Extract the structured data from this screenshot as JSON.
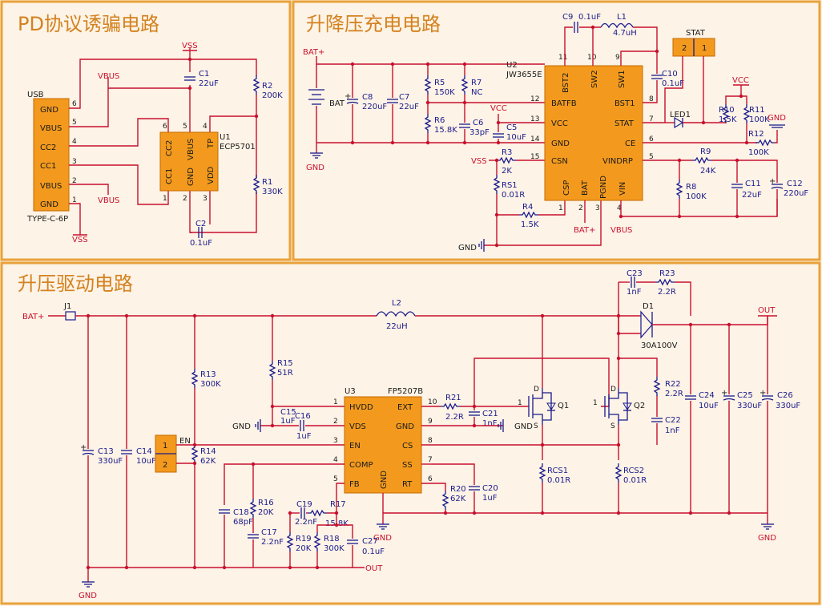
{
  "titles": {
    "pd": "PD协议诱骗电路",
    "buckboost": "升降压充电电路",
    "boost": "升压驱动电路"
  },
  "pd": {
    "usb_ref": "USB",
    "usb_part": "TYPE-C-6P",
    "usb_pins": [
      "GND",
      "VBUS",
      "CC2",
      "CC1",
      "VBUS",
      "GND"
    ],
    "usb_pin_nums": [
      "6",
      "5",
      "4",
      "3",
      "2",
      "1"
    ],
    "ic_ref": "U1",
    "ic_part": "ECP5701",
    "ic_pins": [
      "CC2",
      "VBUS",
      "TP",
      "CC1",
      "GND",
      "VDD"
    ],
    "ic_pin_nums": [
      "6",
      "5",
      "4",
      "1",
      "2",
      "3"
    ],
    "vss_top": "VSS",
    "vss_bottom": "VSS",
    "vbus_1": "VBUS",
    "vbus_2": "VBUS",
    "c1": {
      "ref": "C1",
      "val": "22uF"
    },
    "c2": {
      "ref": "C2",
      "val": "0.1uF"
    },
    "r2": {
      "ref": "R2",
      "val": "200K"
    },
    "r1": {
      "ref": "R1",
      "val": "330K"
    }
  },
  "bb": {
    "bat_label": "BAT+",
    "bat_ref": "BAT",
    "gnd": "GND",
    "c8": {
      "ref": "C8",
      "val": "220uF"
    },
    "c7": {
      "ref": "C7",
      "val": "22uF"
    },
    "r5": {
      "ref": "R5",
      "val": "150K"
    },
    "r7": {
      "ref": "R7",
      "val": "NC"
    },
    "r6": {
      "ref": "R6",
      "val": "15.8K"
    },
    "c6": {
      "ref": "C6",
      "val": "33pF"
    },
    "vcc_1": "VCC",
    "c5": {
      "ref": "C5",
      "val": "10uF"
    },
    "r3": {
      "ref": "R3",
      "val": "2K"
    },
    "vss": "VSS",
    "rs1": {
      "ref": "RS1",
      "val": "0.01R"
    },
    "r4": {
      "ref": "R4",
      "val": "1.5K"
    },
    "gnd_2": "GND",
    "c9": {
      "ref": "C9",
      "val": "0.1uF"
    },
    "l1": {
      "ref": "L1",
      "val": "4.7uH"
    },
    "c10": {
      "ref": "C10",
      "val": "0.1uF"
    },
    "ic_ref": "U2",
    "ic_part": "JW3655E",
    "ic_left_pins": [
      "BATFB",
      "VCC",
      "GND",
      "CSN"
    ],
    "ic_left_nums": [
      "12",
      "13",
      "14",
      "15"
    ],
    "ic_right_pins": [
      "BST1",
      "STAT",
      "CE",
      "VINDRP"
    ],
    "ic_right_nums": [
      "8",
      "7",
      "6",
      "5"
    ],
    "ic_top_pins": [
      "BST2",
      "SW2",
      "SW1"
    ],
    "ic_top_nums": [
      "11",
      "10",
      "9"
    ],
    "ic_bottom_pins": [
      "CSP",
      "BAT",
      "PGND",
      "VIN"
    ],
    "ic_bottom_nums": [
      "1",
      "2",
      "3",
      "4"
    ],
    "bat_bottom": "BAT+",
    "vbus": "VBUS",
    "stat_ref": "STAT",
    "stat_pins": [
      "2",
      "1"
    ],
    "led": "LED1",
    "vcc_2": "VCC",
    "r10": {
      "ref": "R10",
      "val": "1.5K"
    },
    "r11": {
      "ref": "R11",
      "val": "100K"
    },
    "gnd_3": "GND",
    "r12": {
      "ref": "R12",
      "val": "100K"
    },
    "r9": {
      "ref": "R9",
      "val": "24K"
    },
    "r8": {
      "ref": "R8",
      "val": "100K"
    },
    "c11": {
      "ref": "C11",
      "val": "22uF"
    },
    "c12": {
      "ref": "C12",
      "val": "220uF"
    }
  },
  "bst": {
    "bat_label": "BAT+",
    "j1": "J1",
    "l2": {
      "ref": "L2",
      "val": "22uH"
    },
    "r15": {
      "ref": "R15",
      "val": "51R"
    },
    "r13": {
      "ref": "R13",
      "val": "300K"
    },
    "c13": {
      "ref": "C13",
      "val": "330uF"
    },
    "c14": {
      "ref": "C14",
      "val": "10uF"
    },
    "en_pins": [
      "1",
      "2"
    ],
    "en_label": "EN",
    "r14": {
      "ref": "R14",
      "val": "62K"
    },
    "gnd_1": "GND",
    "gnd_left": "GND",
    "c15": {
      "ref": "C15",
      "val": "1uF"
    },
    "c16": {
      "ref": "C16",
      "val": "1uF"
    },
    "ic_ref": "U3",
    "ic_part": "FP5207B",
    "ic_left_pins": [
      "HVDD",
      "VDS",
      "EN",
      "COMP",
      "FB"
    ],
    "ic_left_nums": [
      "1",
      "2",
      "3",
      "4",
      "5"
    ],
    "ic_right_pins": [
      "EXT",
      "GND",
      "CS",
      "SS",
      "RT"
    ],
    "ic_right_nums": [
      "10",
      "9",
      "8",
      "7",
      "6"
    ],
    "ic_bottom_pin": "GND",
    "r21": {
      "ref": "R21",
      "val": "2.2R"
    },
    "c21": {
      "ref": "C21",
      "val": "1nF"
    },
    "gnd_mid": "GND",
    "q1": "Q1",
    "q2": "Q2",
    "rcs1": {
      "ref": "RCS1",
      "val": "0.01R"
    },
    "rcs2": {
      "ref": "RCS2",
      "val": "0.01R"
    },
    "r20": {
      "ref": "R20",
      "val": "62K"
    },
    "c20": {
      "ref": "C20",
      "val": "1uF"
    },
    "c18": {
      "ref": "C18",
      "val": "68pF"
    },
    "r16": {
      "ref": "R16",
      "val": "20K"
    },
    "c17": {
      "ref": "C17",
      "val": "2.2nF"
    },
    "c19": {
      "ref": "C19",
      "val": "2.2nF"
    },
    "r17": {
      "ref": "R17",
      "val": "15.8K"
    },
    "r19": {
      "ref": "R19",
      "val": "20K"
    },
    "r18": {
      "ref": "R18",
      "val": "300K"
    },
    "c27": {
      "ref": "C27",
      "val": "0.1uF"
    },
    "out_bottom": "OUT",
    "gnd_bottom": "GND",
    "c23": {
      "ref": "C23",
      "val": "1nF"
    },
    "r23": {
      "ref": "R23",
      "val": "2.2R"
    },
    "d1": {
      "ref": "D1",
      "val": "30A100V"
    },
    "r22": {
      "ref": "R22",
      "val": "2.2R"
    },
    "c22": {
      "ref": "C22",
      "val": "1nF"
    },
    "c24": {
      "ref": "C24",
      "val": "10uF"
    },
    "c25": {
      "ref": "C25",
      "val": "330uF"
    },
    "c26": {
      "ref": "C26",
      "val": "330uF"
    },
    "out": "OUT",
    "gnd_right": "GND"
  }
}
